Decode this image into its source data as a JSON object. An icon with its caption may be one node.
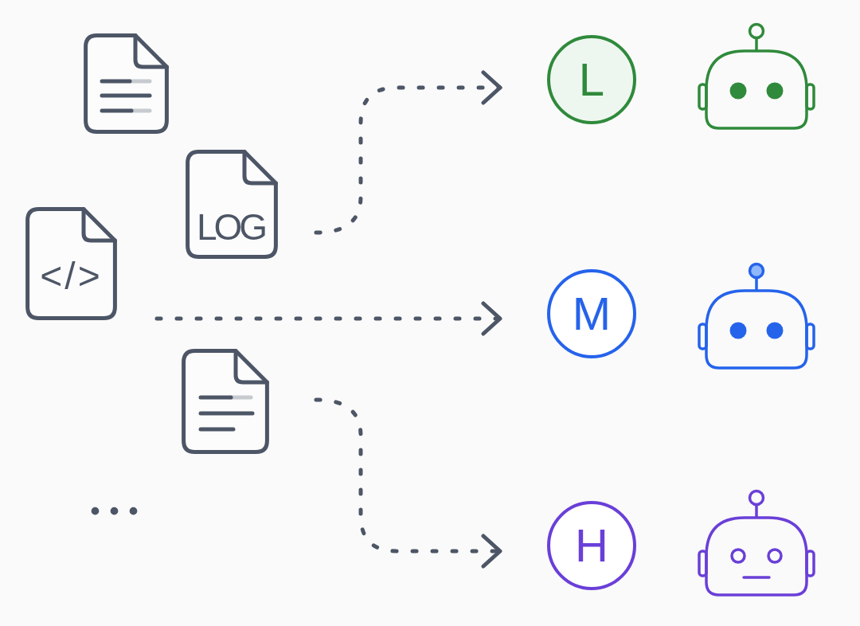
{
  "diagram": {
    "nodes": [
      {
        "text": [],
        "shape": "document"
      },
      {
        "text": [
          "LOG"
        ]
      },
      {
        "text": [
          "</>"
        ]
      },
      {
        "text": [],
        "shape": "document"
      },
      {
        "text": [
          "L"
        ]
      },
      {
        "text": [
          "M"
        ]
      },
      {
        "text": [
          "H"
        ]
      }
    ],
    "edges": [
      {
        "from": 1,
        "to": 4,
        "arrow": "to",
        "style": "dashed"
      },
      {
        "from": 2,
        "to": 5,
        "arrow": "to",
        "style": "dashed"
      },
      {
        "from": 3,
        "to": 6,
        "arrow": "to",
        "style": "dashed"
      }
    ],
    "labels": [
      "..."
    ]
  }
}
